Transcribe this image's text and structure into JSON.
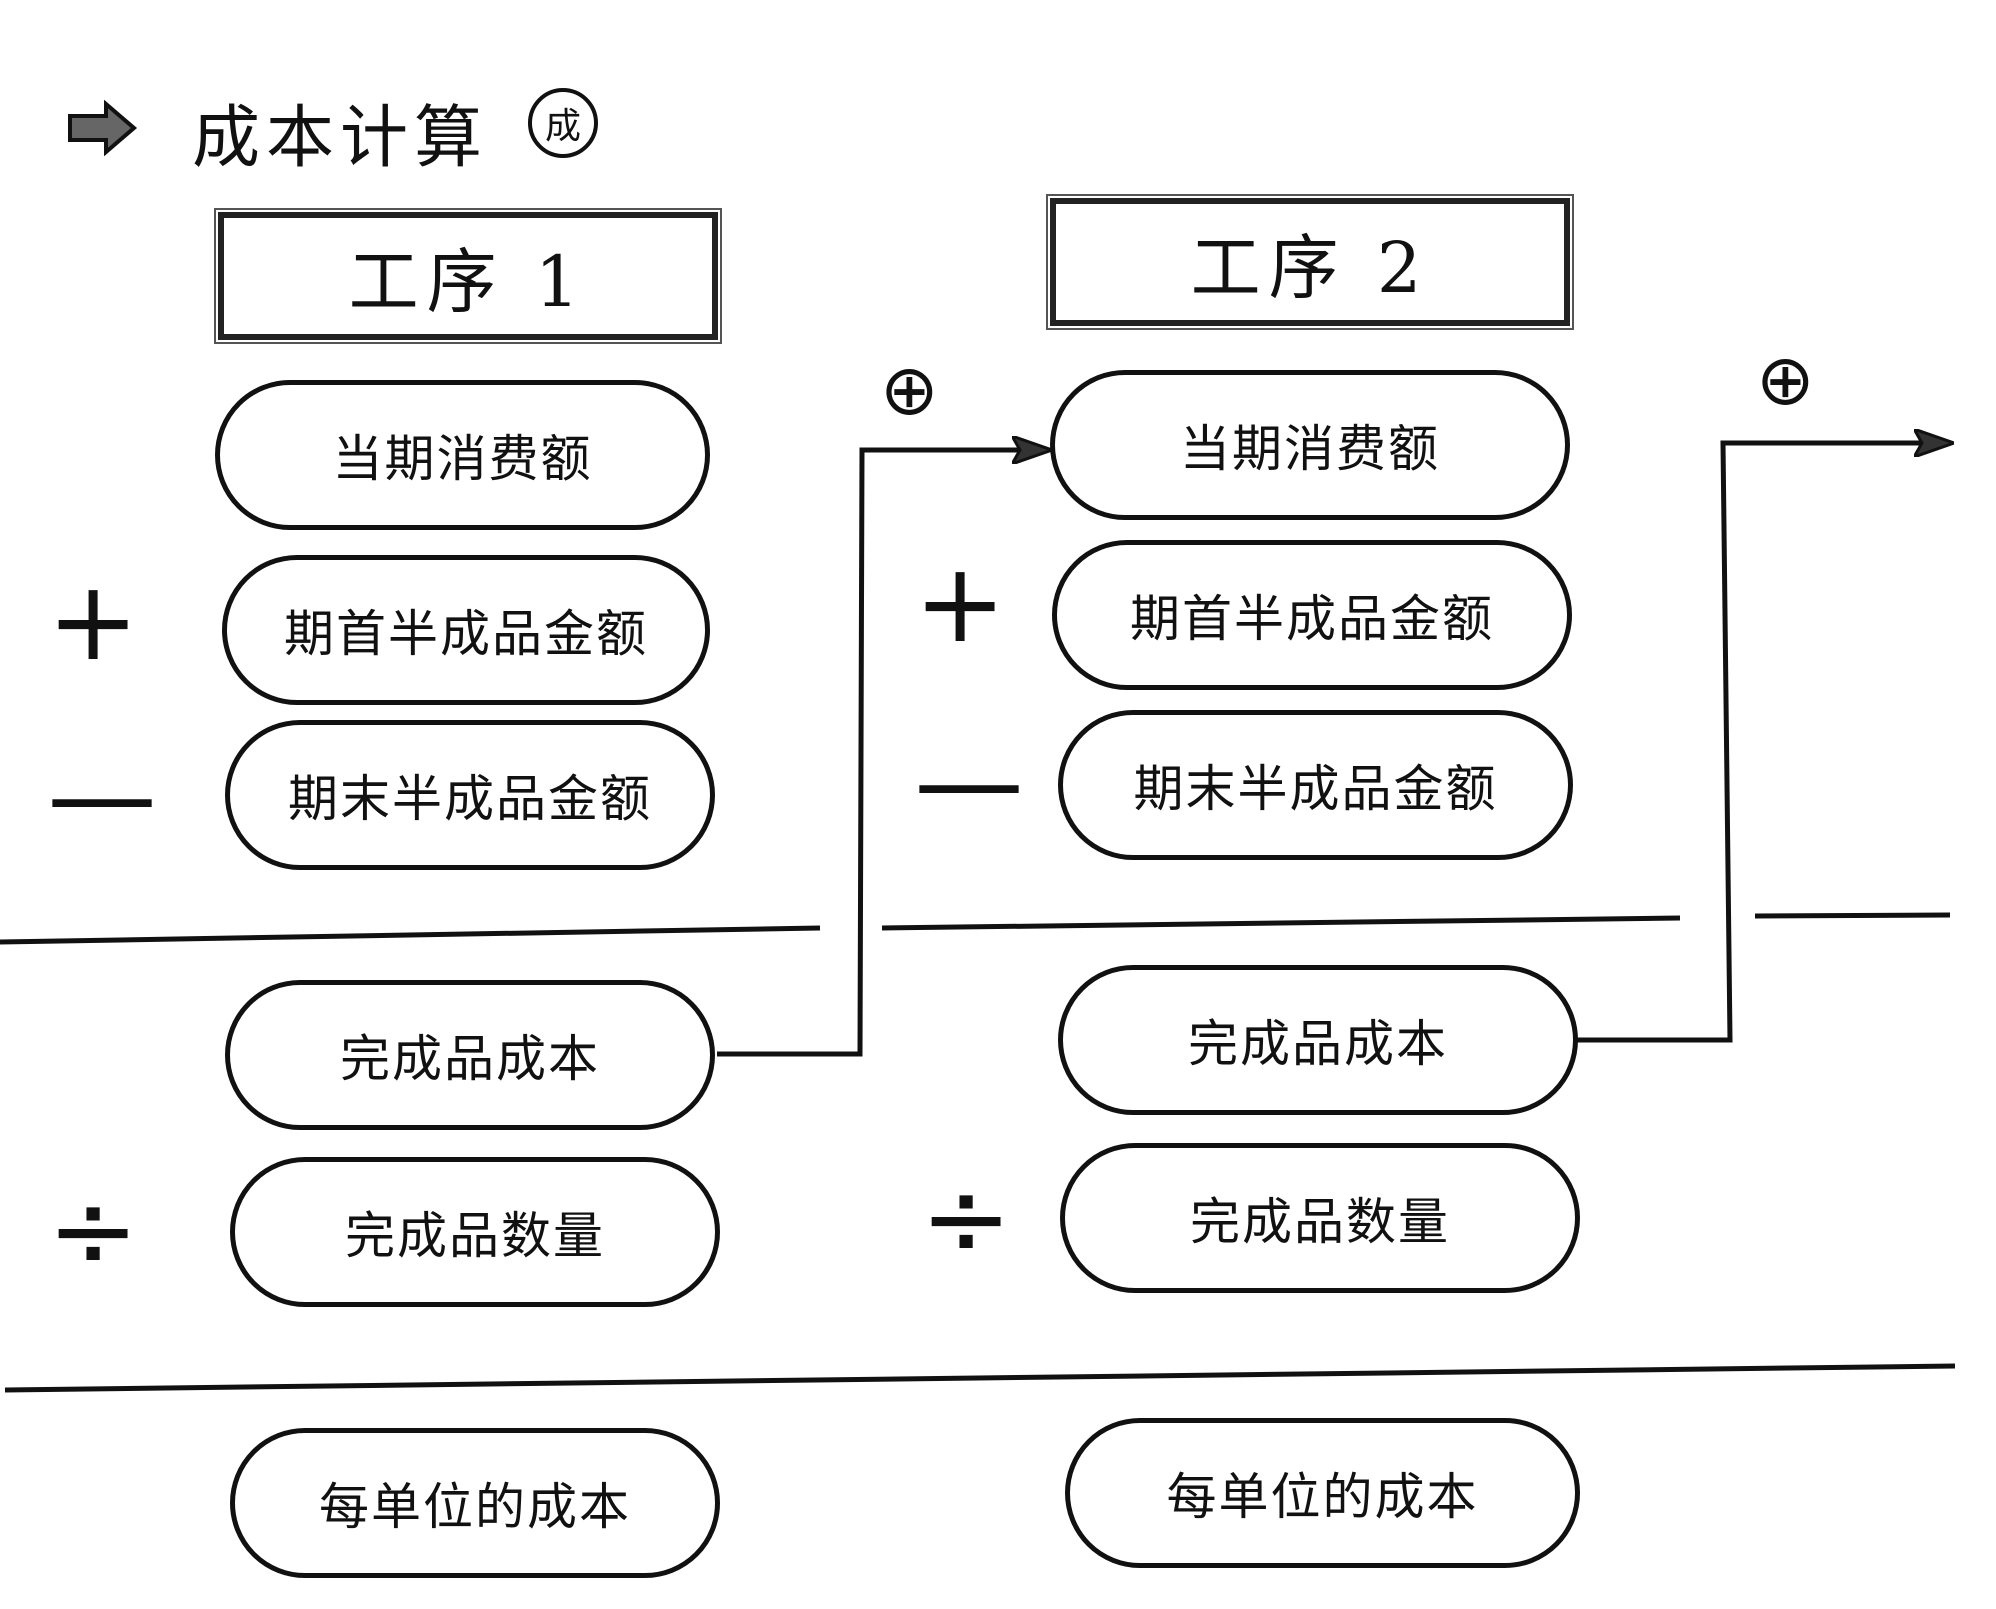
{
  "header": {
    "arrow_icon": "arrow-right-icon",
    "title": "成本计算",
    "badge": "成"
  },
  "process1": {
    "title": "工序 1",
    "items": [
      "当期消费额",
      "期首半成品金额",
      "期末半成品金额",
      "完成品成本",
      "完成品数量",
      "每单位的成本"
    ],
    "ops": {
      "plus": "+",
      "minus": "—",
      "divide": "÷"
    }
  },
  "process2": {
    "title": "工序 2",
    "items": [
      "当期消费额",
      "期首半成品金额",
      "期末半成品金额",
      "完成品成本",
      "完成品数量",
      "每单位的成本"
    ],
    "ops": {
      "plus": "+",
      "minus": "—",
      "divide": "÷"
    }
  },
  "transfer": {
    "symbol": "⊕"
  }
}
